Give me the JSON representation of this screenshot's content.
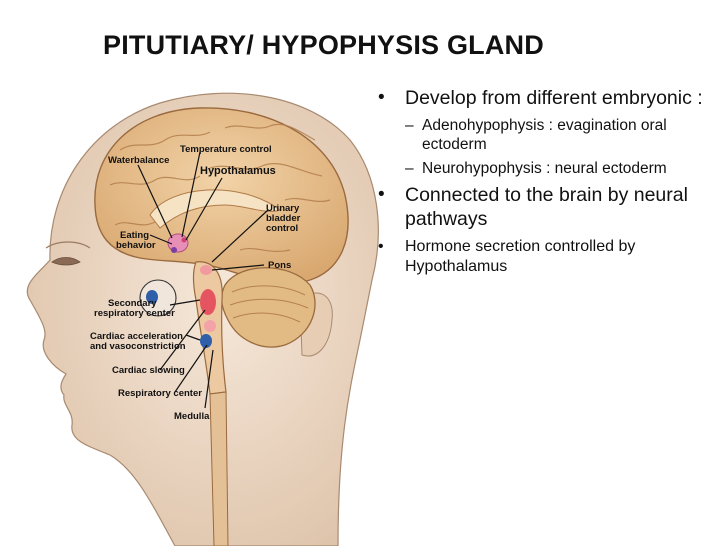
{
  "slide": {
    "title": "PITUTIARY/ HYPOPHYSIS GLAND"
  },
  "bullets": [
    {
      "text": "Develop from different embryonic :",
      "sub": [
        "Adenohypophysis : evagination oral ectoderm",
        "Neurohypophysis : neural ectoderm"
      ]
    },
    {
      "text": "Connected to the brain by neural pathways"
    },
    {
      "text": "Hormone secretion controlled by Hypothalamus"
    }
  ],
  "bullet_symbol": "•",
  "sub_bullet_symbol": "–",
  "figure": {
    "labels": {
      "temperature_control": "Temperature control",
      "water_balance": "Waterbalance",
      "hypothalamus": "Hypothalamus",
      "urinary_bladder_1": "Urinary",
      "urinary_bladder_2": "bladder",
      "urinary_bladder_3": "control",
      "eating_1": "Eating",
      "eating_2": "behavior",
      "pons": "Pons",
      "secondary_resp_1": "Secondary",
      "secondary_resp_2": "respiratory center",
      "cardiac_accel_1": "Cardiac acceleration",
      "cardiac_accel_2": "and vasoconstriction",
      "cardiac_slowing": "Cardiac slowing",
      "respiratory_center": "Respiratory center",
      "medulla": "Medulla"
    },
    "colors": {
      "skin": "#f2e0cf",
      "brain": "#e9c391",
      "brain_outline": "#9a6a3e",
      "cerebellum": "#e2ba84",
      "hypothalamus_highlight": "#e88fb8",
      "red_region": "#e3485a",
      "blue_region": "#2f5fa8"
    }
  }
}
